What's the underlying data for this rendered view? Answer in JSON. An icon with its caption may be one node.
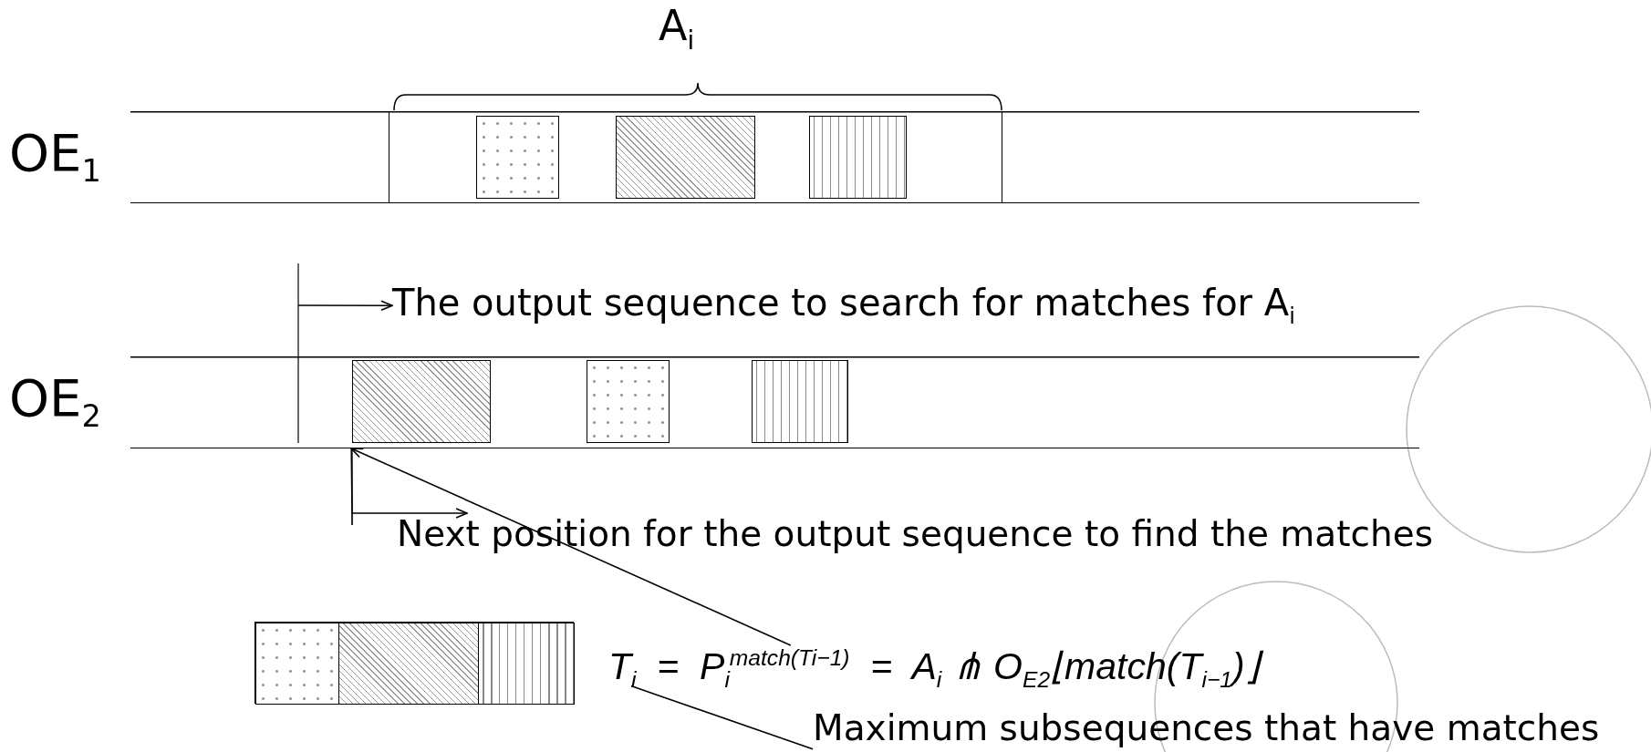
{
  "diagram": {
    "nodes": [
      {
        "text": [
          "OE$_{1}$"
        ]
      },
      {
        "text": [],
        "shape": "box",
        "in": 0
      },
      {
        "text": [],
        "shape": "box",
        "in": 0
      },
      {
        "text": [],
        "shape": "box",
        "in": 0
      },
      {
        "text": [
          "OE$_{2}$"
        ]
      },
      {
        "text": [],
        "shape": "box",
        "in": 4
      },
      {
        "text": [],
        "shape": "box",
        "in": 4
      },
      {
        "text": [],
        "shape": "box",
        "in": 4
      },
      {
        "text": [
          "The output sequence to search for matches for A$_{i}$"
        ]
      },
      {
        "text": [
          "Next position for the output sequence to find the matches"
        ]
      },
      {
        "text": [],
        "shape": "bar"
      },
      {
        "text": [],
        "shape": "box",
        "in": 10
      },
      {
        "text": [],
        "shape": "box",
        "in": 10
      },
      {
        "text": [],
        "shape": "box",
        "in": 10
      },
      {
        "text": [
          "T$_{i}$  =  P$_{i}$$^{match(Ti−1)}$  =  A$_{i}$ ⋔ O$_{E2}$⌊match(T$_{i−1}$)⌋"
        ]
      },
      {
        "text": [
          "Maximum subsequences that have matches"
        ]
      }
    ],
    "edges": [
      {
        "from": null,
        "to": 8,
        "arrow": "to"
      },
      {
        "from": 14,
        "to": 4,
        "arrow": "to"
      },
      {
        "from": 4,
        "to": 9,
        "arrow": "to"
      },
      {
        "from": 15,
        "to": 14,
        "arrow": "none"
      }
    ],
    "labels": [
      "A$_{i}$"
    ]
  }
}
